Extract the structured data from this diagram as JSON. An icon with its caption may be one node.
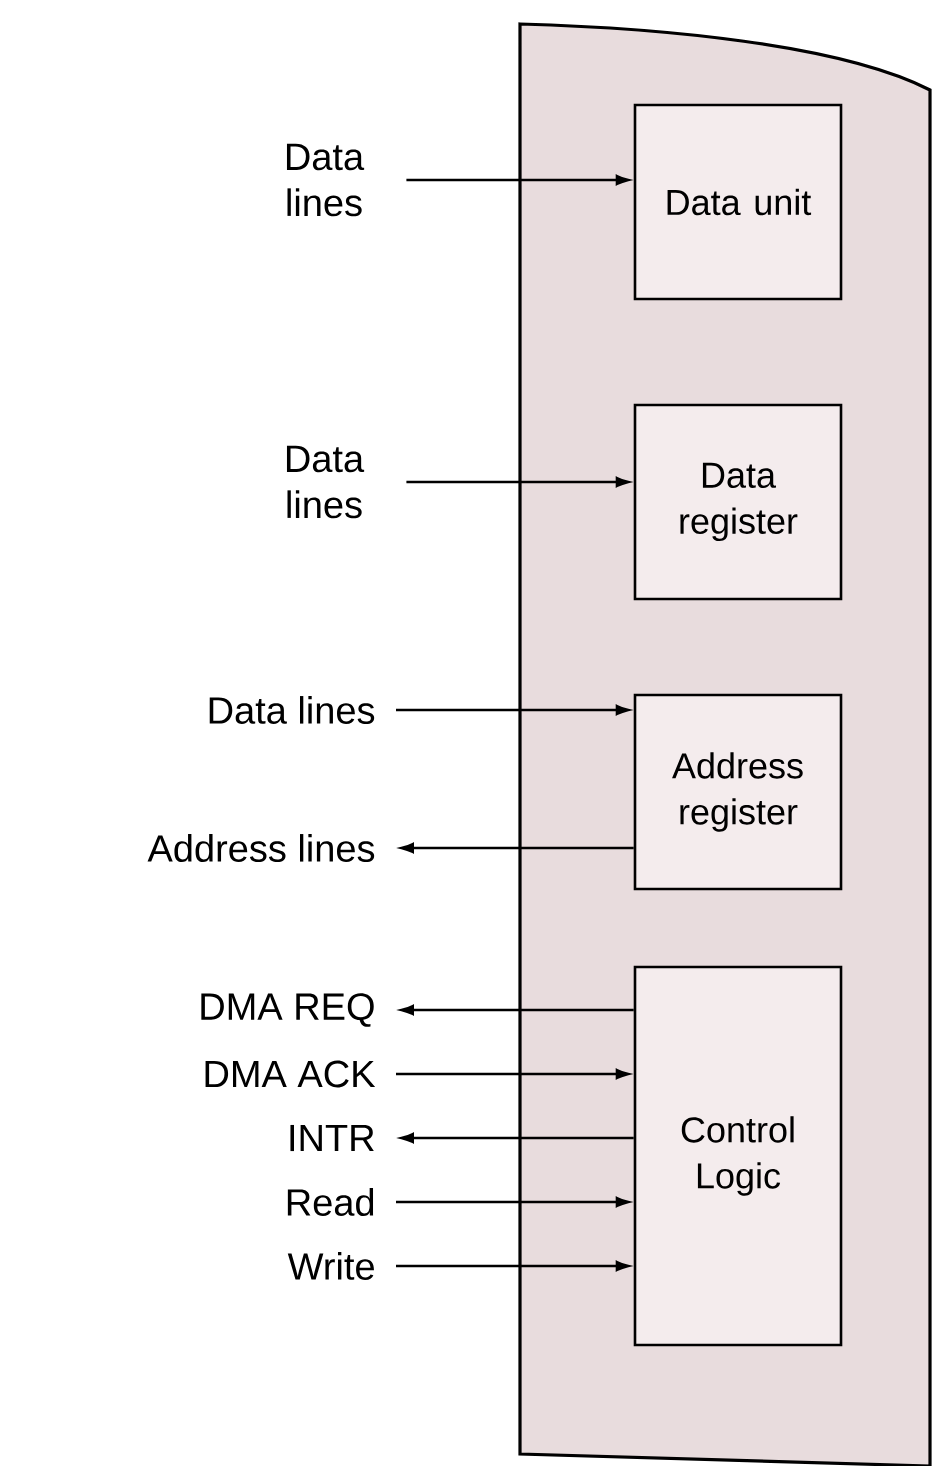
{
  "diagram": {
    "nodes": [
      {
        "text": [],
        "shape": "box"
      },
      {
        "text": [
          "Data unit"
        ],
        "in": 0
      },
      {
        "text": [
          "Data register"
        ],
        "in": 0
      },
      {
        "text": [
          "Address register"
        ],
        "in": 0
      },
      {
        "text": [
          "Control Logic"
        ],
        "in": 0
      },
      {
        "text": [
          "Data lines"
        ]
      },
      {
        "text": [
          "Data lines"
        ]
      },
      {
        "text": [
          "Data lines"
        ]
      },
      {
        "text": [
          "Address lines"
        ]
      },
      {
        "text": [
          "DMA REQ"
        ]
      },
      {
        "text": [
          "DMA ACK"
        ]
      },
      {
        "text": [
          "INTR"
        ]
      },
      {
        "text": [
          "Read"
        ]
      },
      {
        "text": [
          "Write"
        ]
      }
    ],
    "edges": [
      {
        "from": 5,
        "to": 1,
        "arrow": "to"
      },
      {
        "from": 6,
        "to": 2,
        "arrow": "to"
      },
      {
        "from": 7,
        "to": 3,
        "arrow": "to"
      },
      {
        "from": 3,
        "to": 8,
        "arrow": "to"
      },
      {
        "from": 4,
        "to": 9,
        "arrow": "to"
      },
      {
        "from": 10,
        "to": 4,
        "arrow": "to"
      },
      {
        "from": 4,
        "to": 11,
        "arrow": "to"
      },
      {
        "from": 12,
        "to": 4,
        "arrow": "to"
      },
      {
        "from": 13,
        "to": 4,
        "arrow": "to"
      }
    ]
  }
}
